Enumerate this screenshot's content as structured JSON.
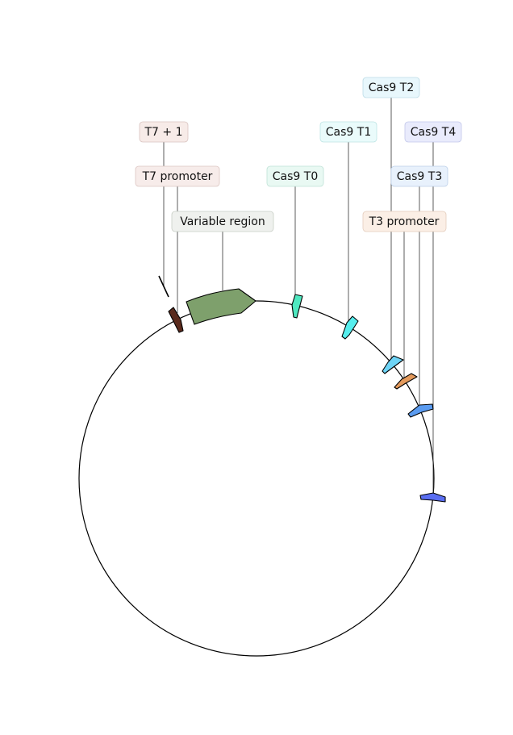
{
  "diagram": {
    "type": "circular-plasmid-map",
    "backbone": {
      "stroke": "#000000"
    },
    "features": [
      {
        "id": "t7-plus-1",
        "label": "T7 + 1",
        "color": "#000000",
        "box_fill": "#f7ebe8",
        "box_stroke": "#d9c4c0"
      },
      {
        "id": "t7-promoter",
        "label": "T7 promoter",
        "color": "#5a2a1c",
        "box_fill": "#f7ecea",
        "box_stroke": "#dcc6c2"
      },
      {
        "id": "variable-region",
        "label": "Variable region",
        "color": "#7ea06c",
        "box_fill": "#eff1ee",
        "box_stroke": "#c9cfc6"
      },
      {
        "id": "cas9-t0",
        "label": "Cas9 T0",
        "color": "#4fe8c0",
        "box_fill": "#e9f9f3",
        "box_stroke": "#bfe2d6"
      },
      {
        "id": "cas9-t1",
        "label": "Cas9 T1",
        "color": "#56eeee",
        "box_fill": "#eafbfb",
        "box_stroke": "#bde4e4"
      },
      {
        "id": "cas9-t2",
        "label": "Cas9 T2",
        "color": "#6ed4f6",
        "box_fill": "#e8f7fc",
        "box_stroke": "#bcdbe6"
      },
      {
        "id": "t3-promoter",
        "label": "T3 promoter",
        "color": "#e49a5c",
        "box_fill": "#fbefe6",
        "box_stroke": "#e4cdbd"
      },
      {
        "id": "cas9-t3",
        "label": "Cas9 T3",
        "color": "#5a9bf0",
        "box_fill": "#e8f1fc",
        "box_stroke": "#bdd0e8"
      },
      {
        "id": "cas9-t4",
        "label": "Cas9 T4",
        "color": "#5a6ef2",
        "box_fill": "#e9ebfc",
        "box_stroke": "#c2c7ea"
      }
    ]
  }
}
